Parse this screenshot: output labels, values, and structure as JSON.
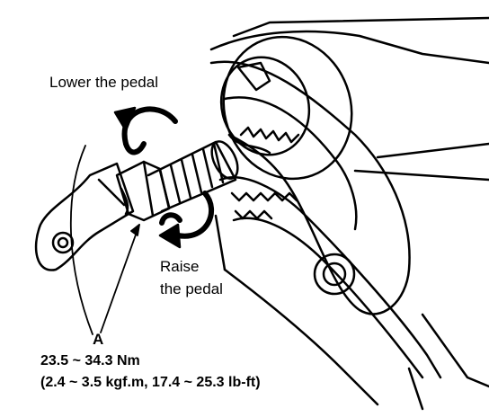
{
  "labels": {
    "lower": "Lower the pedal",
    "raise_line1": "Raise",
    "raise_line2": "the pedal",
    "part": "A",
    "torque_nm": "23.5 ~ 34.3 Nm",
    "torque_alt": "(2.4 ~ 3.5 kgf.m, 17.4 ~ 25.3 lb-ft)"
  },
  "colors": {
    "line": "#000000",
    "background": "#ffffff"
  }
}
